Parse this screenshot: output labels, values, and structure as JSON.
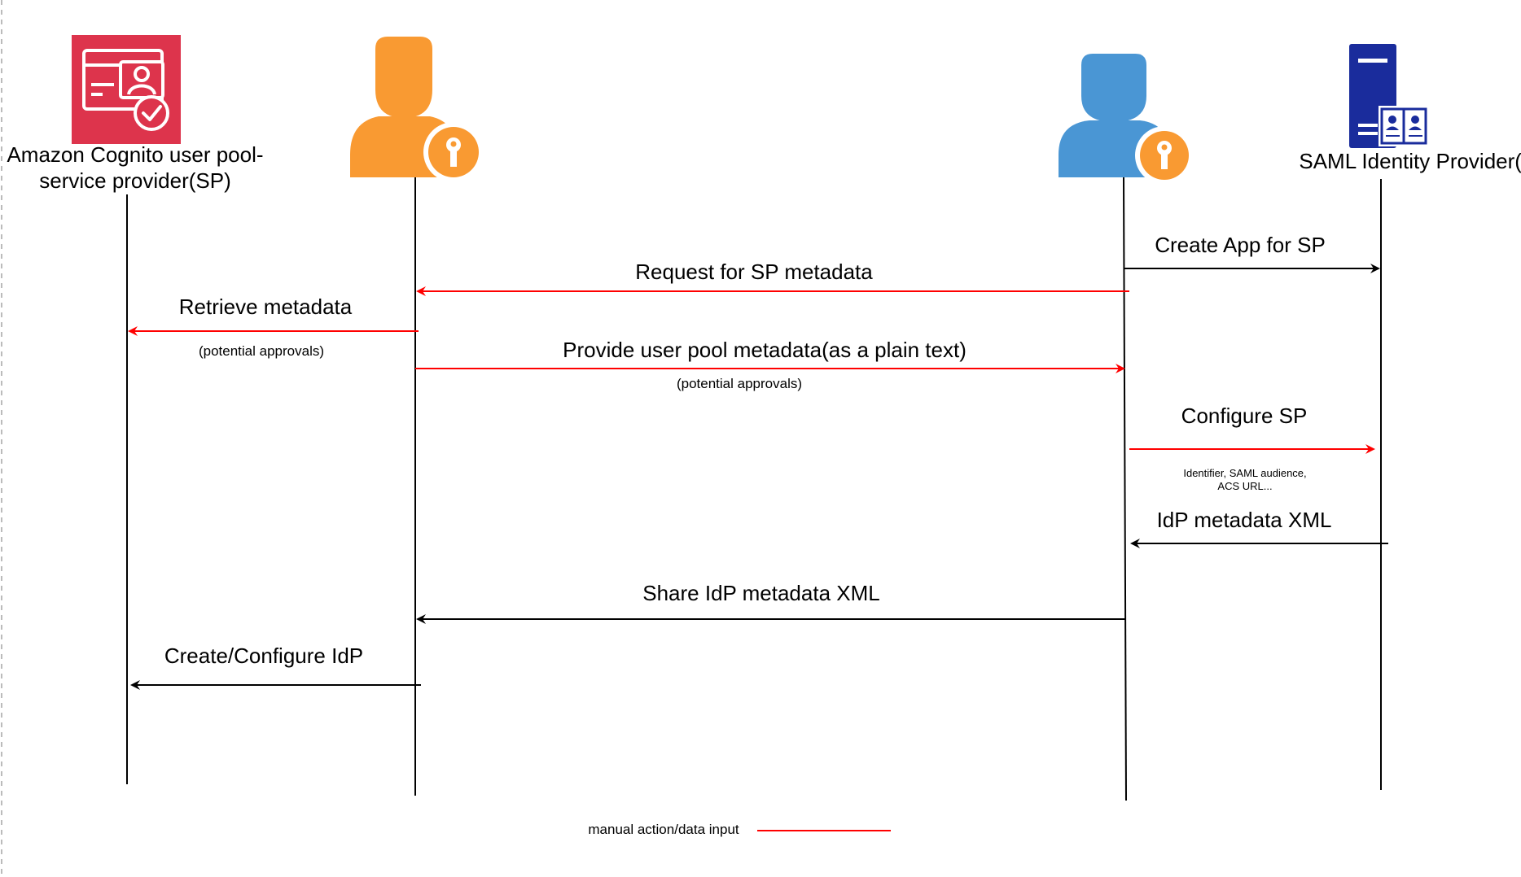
{
  "actors": {
    "sp": {
      "label_line1": "Amazon Cognito user pool-",
      "label_line2": "service provider(SP)",
      "icon": "cognito-user-pool-icon",
      "color": "#DD344C"
    },
    "sp_admin": {
      "icon": "orange-user-key-icon",
      "color": "#F99A32"
    },
    "idp_admin": {
      "icon": "blue-user-key-icon",
      "color": "#4A96D4"
    },
    "idp": {
      "label": "SAML Identity Provider(IdP)",
      "icon": "saml-server-directory-icon",
      "color": "#1A2C9C"
    }
  },
  "messages": [
    {
      "label": "Create App for SP",
      "color": "#000000"
    },
    {
      "label": "Request for SP metadata",
      "color": "#FF0000"
    },
    {
      "label": "Retrieve metadata",
      "note": "(potential approvals)",
      "color": "#FF0000"
    },
    {
      "label": "Provide user pool metadata(as a plain text)",
      "note": "(potential approvals)",
      "color": "#FF0000"
    },
    {
      "label": "Configure SP",
      "note_line1": "Identifier, SAML audience,",
      "note_line2": "ACS URL...",
      "color": "#FF0000"
    },
    {
      "label": "IdP metadata XML",
      "color": "#000000"
    },
    {
      "label": "Share IdP metadata XML",
      "color": "#000000"
    },
    {
      "label": "Create/Configure IdP",
      "color": "#000000"
    }
  ],
  "legend": {
    "label": "manual action/data input",
    "color": "#FF0000"
  }
}
